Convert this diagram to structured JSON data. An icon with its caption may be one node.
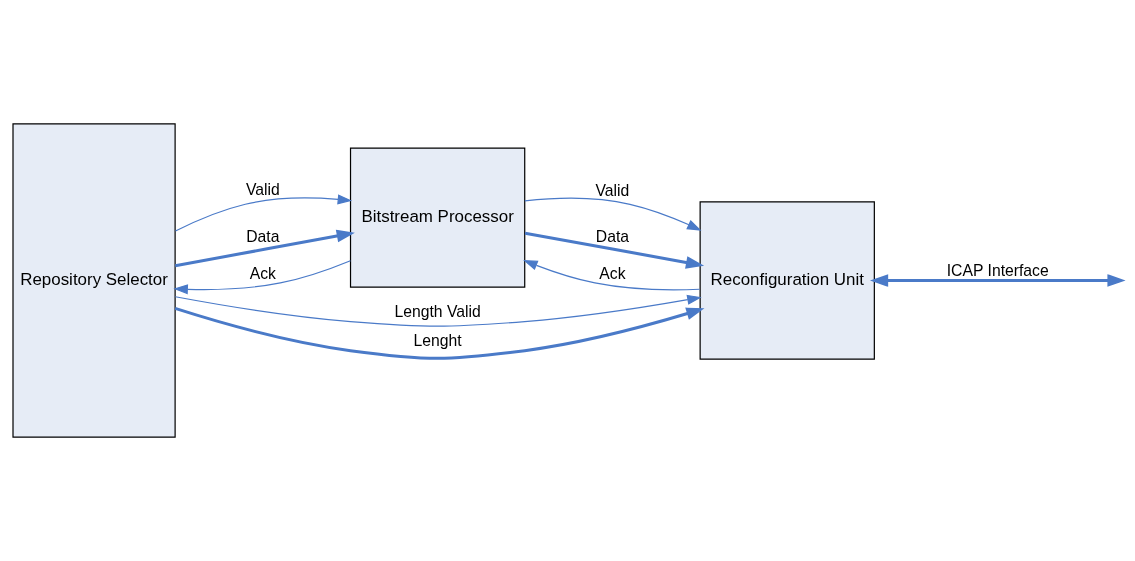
{
  "diagram": {
    "nodes": [
      {
        "text": [
          "Repository Selector"
        ]
      },
      {
        "text": [
          "Bitstream Processor"
        ]
      },
      {
        "text": [
          "Reconfiguration Unit"
        ]
      }
    ],
    "edges": [
      {
        "from": 0,
        "to": 1,
        "arrow": "to",
        "label": "Valid"
      },
      {
        "from": 1,
        "to": 0,
        "arrow": "to",
        "label": "Ack"
      },
      {
        "from": 0,
        "to": 1,
        "arrow": "to",
        "label": "Data",
        "style": "thick"
      },
      {
        "from": 1,
        "to": 2,
        "arrow": "to",
        "label": "Valid"
      },
      {
        "from": 2,
        "to": 1,
        "arrow": "to",
        "label": "Ack"
      },
      {
        "from": 1,
        "to": 2,
        "arrow": "to",
        "label": "Data",
        "style": "thick"
      },
      {
        "from": 0,
        "to": 2,
        "arrow": "to",
        "label": "Length Valid"
      },
      {
        "from": 0,
        "to": 2,
        "arrow": "to",
        "label": "Lenght",
        "style": "thick"
      },
      {
        "from": 2,
        "to": null,
        "arrow": "both",
        "label": "ICAP Interface",
        "style": "thick"
      }
    ]
  }
}
